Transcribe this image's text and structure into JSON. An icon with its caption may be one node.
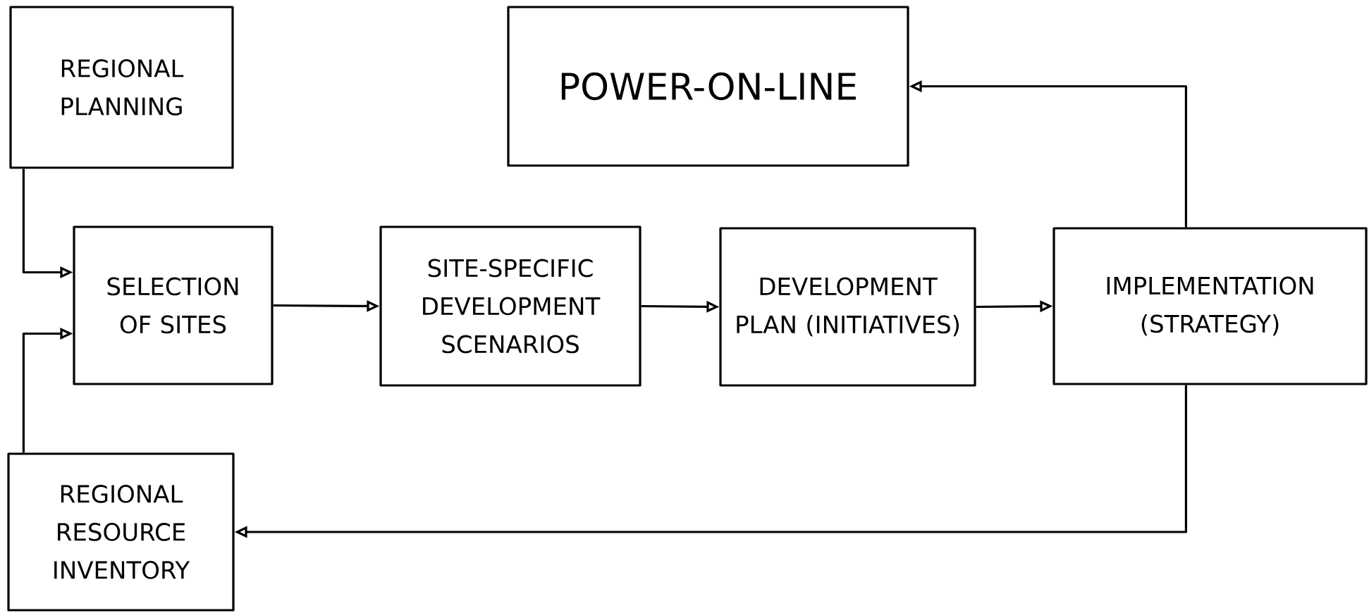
{
  "diagram": {
    "nodes": [
      {
        "text": [
          "REGIONAL PLANNING"
        ]
      },
      {
        "text": [
          "POWER-ON-LINE"
        ]
      },
      {
        "text": [
          "SELECTION OF SITES"
        ]
      },
      {
        "text": [
          "SITE-SPECIFIC DEVELOPMENT SCENARIOS"
        ]
      },
      {
        "text": [
          "DEVELOPMENT PLAN (INITIATIVES)"
        ]
      },
      {
        "text": [
          "IMPLEMENTATION (STRATEGY)"
        ]
      },
      {
        "text": [
          "REGIONAL RESOURCE INVENTORY"
        ]
      }
    ],
    "edges": [
      {
        "from": 0,
        "to": 2,
        "arrow": "to"
      },
      {
        "from": 6,
        "to": 2,
        "arrow": "to"
      },
      {
        "from": 2,
        "to": 3,
        "arrow": "to"
      },
      {
        "from": 3,
        "to": 4,
        "arrow": "to"
      },
      {
        "from": 4,
        "to": 5,
        "arrow": "to"
      },
      {
        "from": 5,
        "to": 1,
        "arrow": "to"
      },
      {
        "from": 5,
        "to": 6,
        "arrow": "to"
      }
    ]
  }
}
